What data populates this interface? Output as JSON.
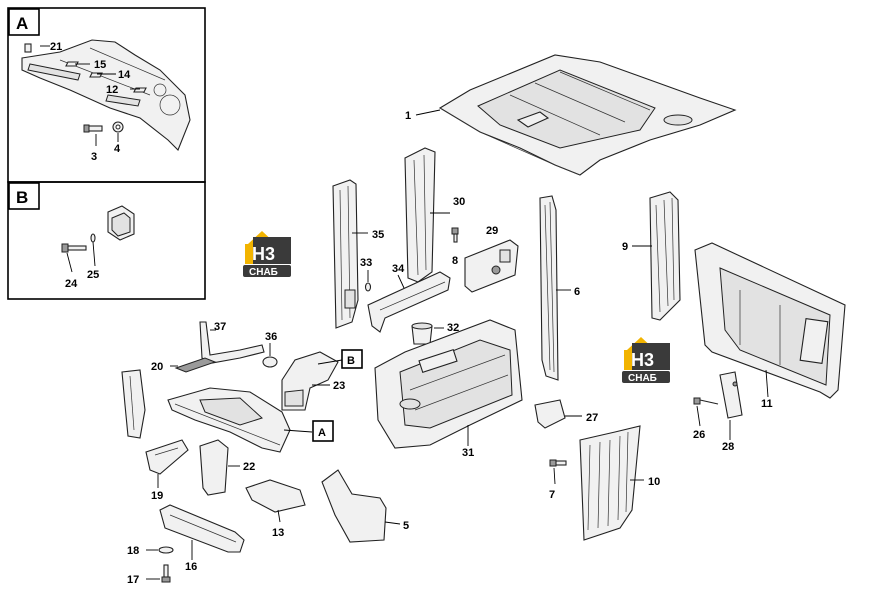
{
  "insets": [
    {
      "letter": "A",
      "callouts": [
        "21",
        "15",
        "14",
        "12",
        "3",
        "4"
      ]
    },
    {
      "letter": "B",
      "callouts": [
        "24",
        "25"
      ]
    }
  ],
  "callouts": {
    "c1": "1",
    "c30": "30",
    "c35": "35",
    "c8": "8",
    "c29": "29",
    "c33": "33",
    "c34": "34",
    "c6": "6",
    "c9": "9",
    "c11": "11",
    "c37": "37",
    "c36": "36",
    "c32": "32",
    "c20": "20",
    "c23": "23",
    "c31": "31",
    "c27": "27",
    "c26": "26",
    "c28": "28",
    "c22": "22",
    "c19": "19",
    "c13": "13",
    "c5": "5",
    "c7": "7",
    "c10": "10",
    "c18": "18",
    "c17": "17",
    "c16": "16"
  },
  "refs": {
    "refB": "B",
    "refA": "A"
  },
  "logo": {
    "top": "Н3",
    "bottom": "СНАБ",
    "accent": "#f2b400",
    "dark": "#3a3a3a"
  }
}
